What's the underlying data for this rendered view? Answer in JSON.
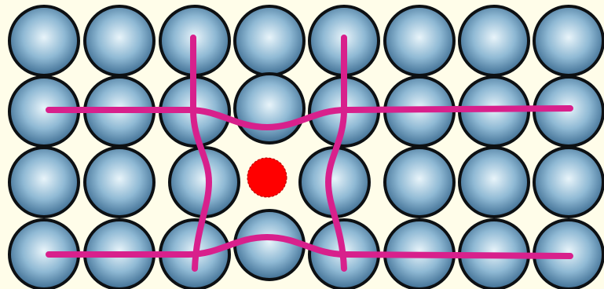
{
  "colors": {
    "background": "#fffde9",
    "atom_center": "#e8f4fa",
    "atom_mid": "#8fb9d4",
    "atom_edge": "#3f6e93",
    "atom_outline": "#0d1013",
    "lattice_line": "#d8208c",
    "interstitial_atom": "#ff0000"
  },
  "lattice": {
    "rows": 4,
    "columns": 8,
    "interstitial_count": 1
  }
}
